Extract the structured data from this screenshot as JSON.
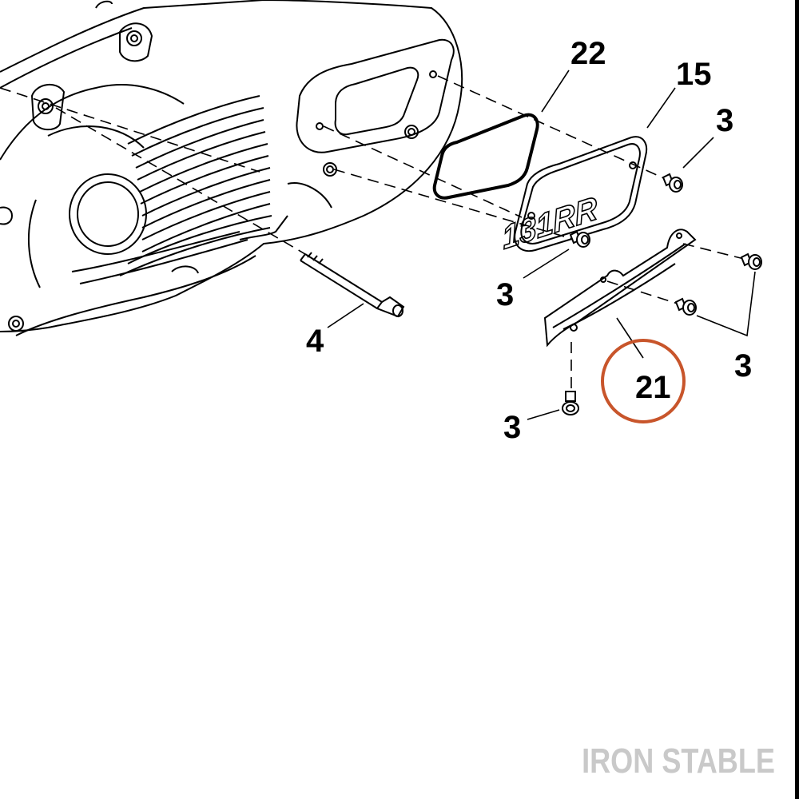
{
  "callouts": [
    {
      "id": "gasket",
      "label": "22"
    },
    {
      "id": "cover-plate",
      "label": "15"
    },
    {
      "id": "screw-top-right",
      "label": "3"
    },
    {
      "id": "screw-left",
      "label": "3"
    },
    {
      "id": "long-bolt",
      "label": "4"
    },
    {
      "id": "screw-right",
      "label": "3"
    },
    {
      "id": "bracket",
      "label": "21"
    },
    {
      "id": "screw-bottom",
      "label": "3"
    }
  ],
  "cover_badge": "131RR",
  "watermark": "IRON STABLE",
  "colors": {
    "highlight_circle": "#c8552b",
    "line": "#000000",
    "watermark": "#c9c9c9"
  }
}
